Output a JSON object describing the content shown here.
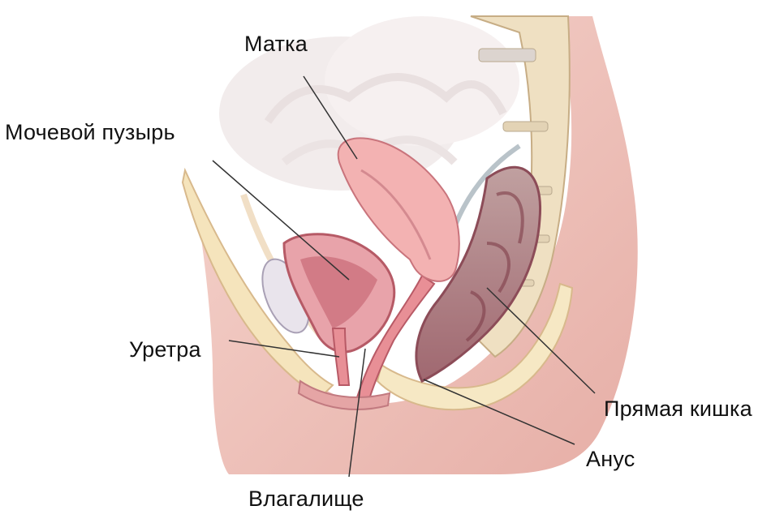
{
  "labels": {
    "uterus": "Матка",
    "bladder": "Мочевой пузырь",
    "urethra": "Уретра",
    "rectum": "Прямая кишка",
    "anus": "Анус",
    "vagina": "Влагалище"
  },
  "colors": {
    "skin": "#efc4bd",
    "skin_dark": "#d99f98",
    "fat": "#f7eac6",
    "organ_pink": "#f2a7a8",
    "organ_dark": "#c96d74",
    "bone": "#ecdcc0",
    "leader_line": "#333333"
  }
}
